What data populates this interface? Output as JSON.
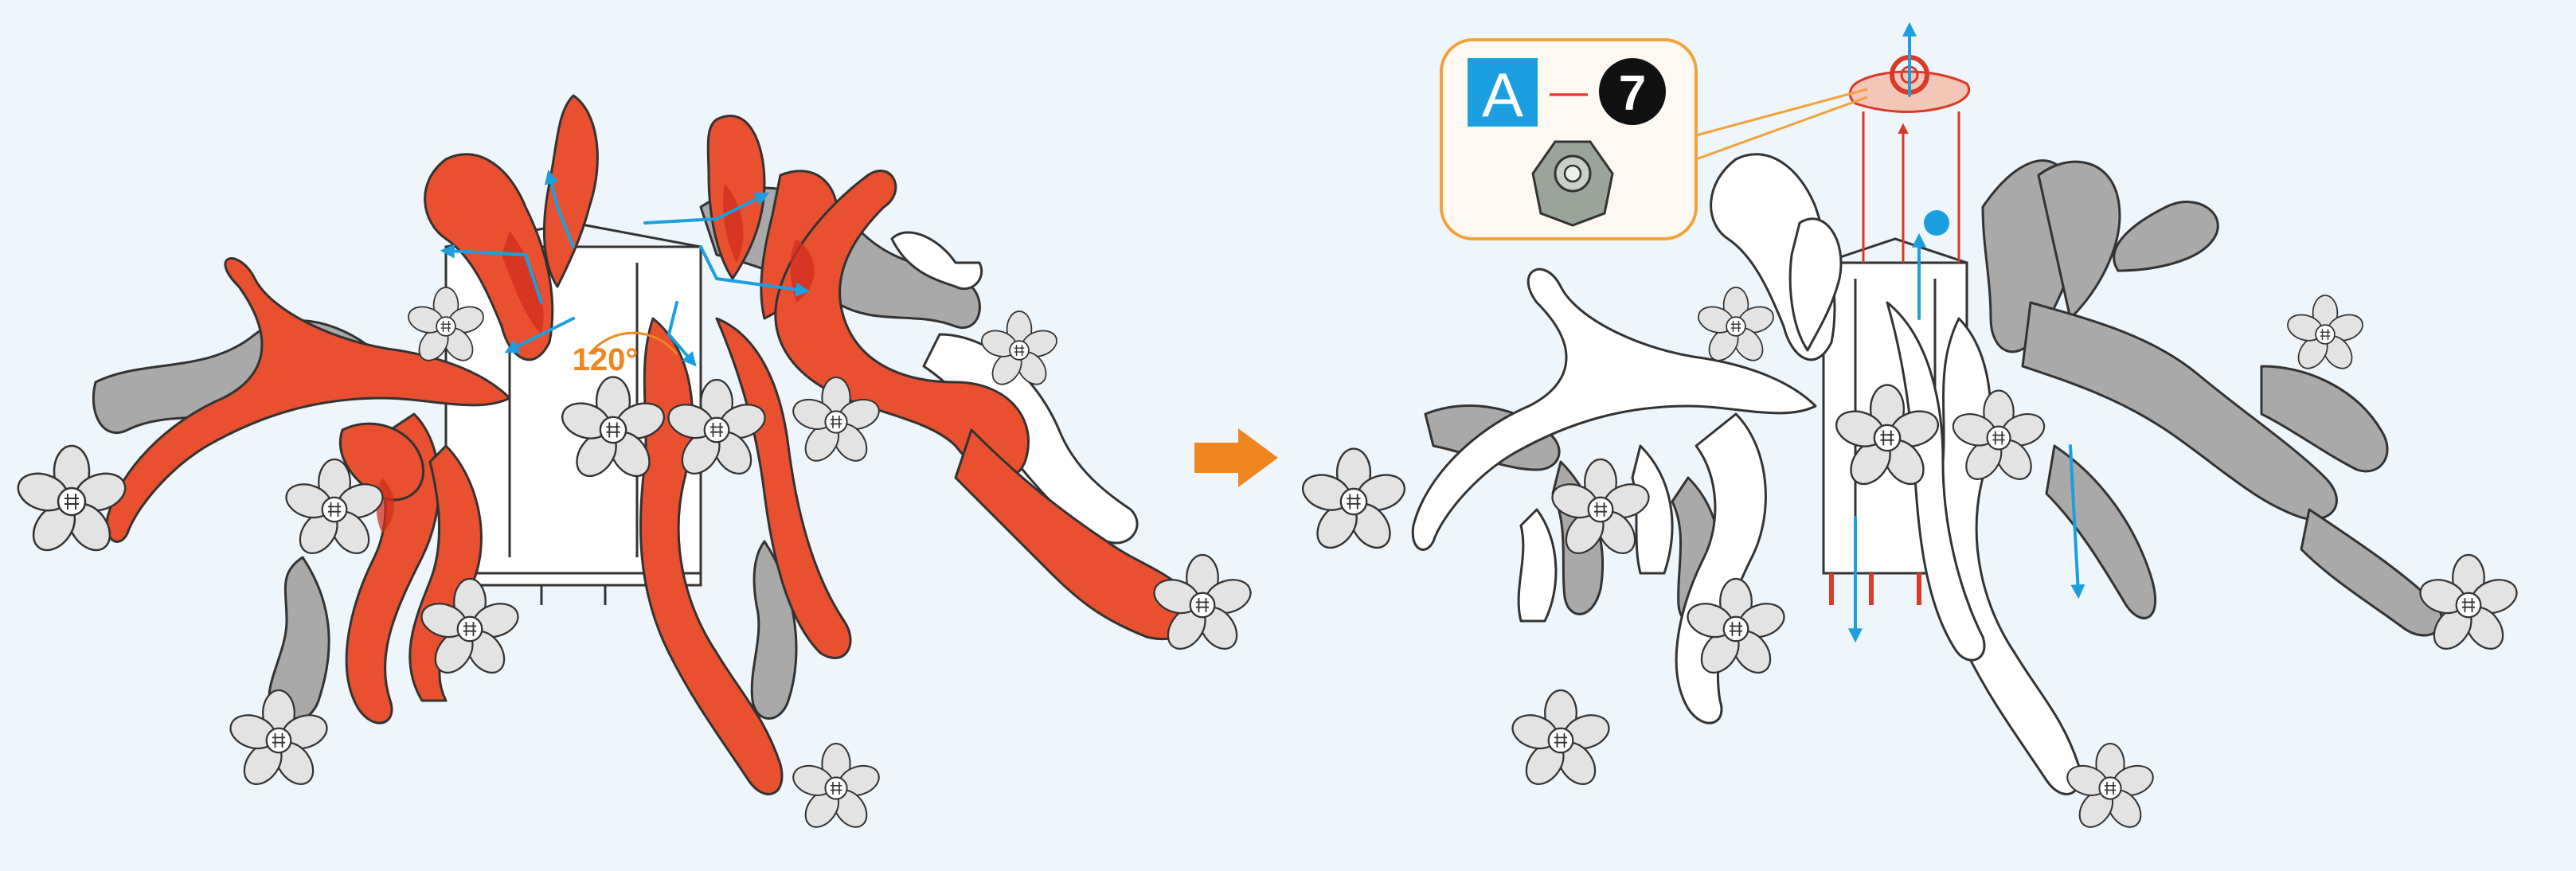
{
  "colors": {
    "background": "#eef5fb",
    "highlight_part": "#e8502f",
    "highlight_part_dark": "#d93a26",
    "gray_part": "#a9a9a9",
    "white_part": "#ffffff",
    "outline": "#333333",
    "motion_arrow": "#1b9fe0",
    "step_arrow": "#f0861f",
    "callout_border": "#f3a23b",
    "part_code_box": "#1b9fe0",
    "part_number_circle": "#111111",
    "part_thumbnail": "#9aa49a",
    "insert_line": "#d93a26"
  },
  "left_assembly": {
    "angle_label": "120°"
  },
  "callout": {
    "part_code": "A",
    "separator": "—",
    "part_number": "7",
    "part_icon": "hex-nut-icon"
  },
  "step_arrow_icon": "right-arrow-icon"
}
